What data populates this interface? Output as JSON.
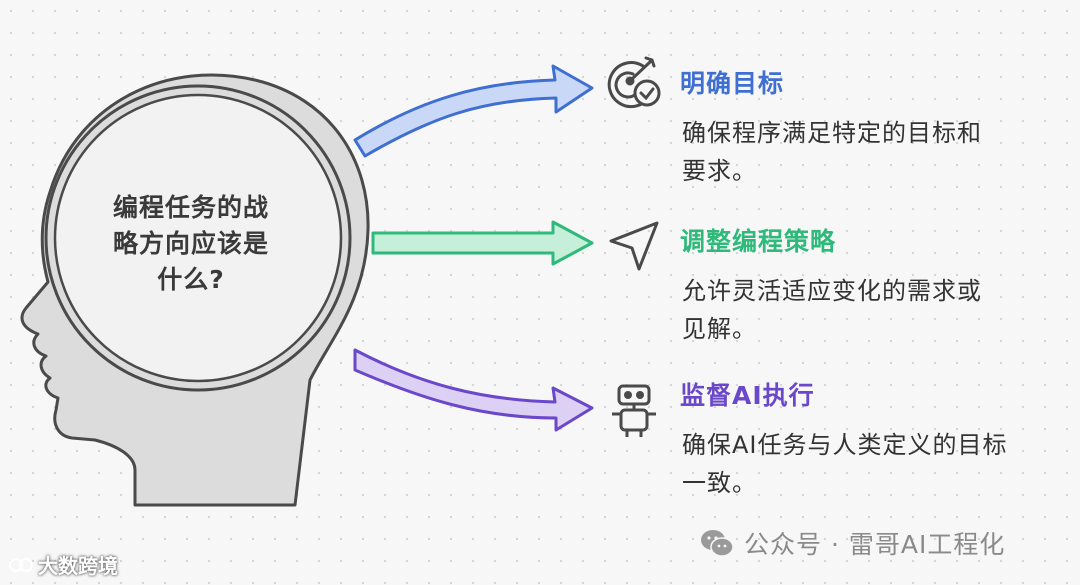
{
  "question": {
    "lines": [
      "编程任务的战",
      "略方向应该是",
      "什么?"
    ]
  },
  "items": [
    {
      "title": "明确目标",
      "desc_lines": [
        "确保程序满足特定的目标和",
        "要求。"
      ],
      "color": "#3f6fd1",
      "icon": "target-check-icon"
    },
    {
      "title": "调整编程策略",
      "desc_lines": [
        "允许灵活适应变化的需求或",
        "见解。"
      ],
      "color": "#2fb97a",
      "icon": "navigation-arrow-icon"
    },
    {
      "title": "监督AI执行",
      "desc_lines": [
        "确保AI任务与人类定义的目标",
        "一致。"
      ],
      "color": "#6a48c9",
      "icon": "robot-icon"
    }
  ],
  "arrows": [
    {
      "color": "#3f6fd1",
      "fill": "#c9d8f6"
    },
    {
      "color": "#2fb97a",
      "fill": "#c6efd9"
    },
    {
      "color": "#6a48c9",
      "fill": "#dcd0f5"
    }
  ],
  "watermark": {
    "text": "公众号 · 雷哥AI工程化",
    "icon": "wechat-icon"
  },
  "corner_logo": {
    "text": "大数跨境",
    "icon": "logo-icon"
  }
}
